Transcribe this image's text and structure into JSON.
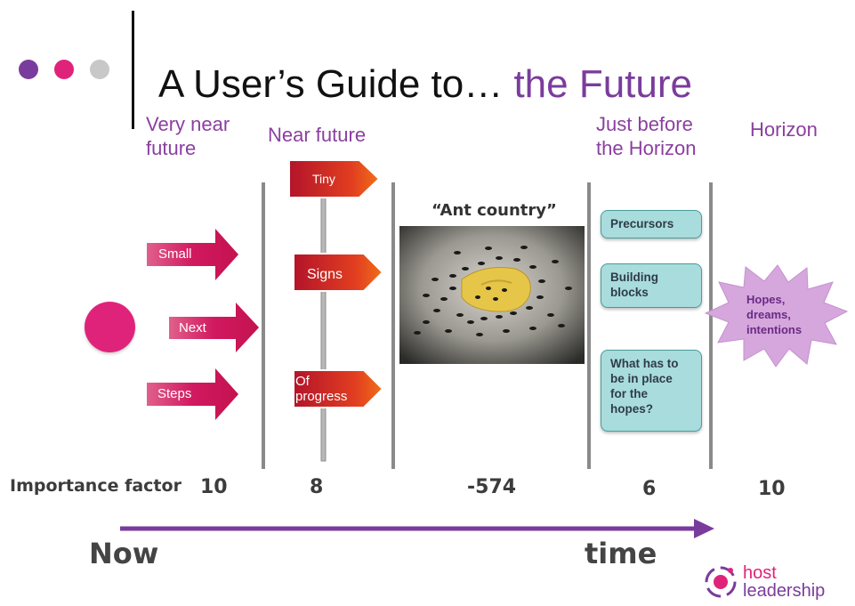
{
  "title": {
    "main": "A User’s Guide to… ",
    "accent": "the Future"
  },
  "columns": {
    "very_near": [
      "Very near",
      "future"
    ],
    "near": "Near future",
    "just_before": [
      "Just before",
      "the Horizon"
    ],
    "horizon": "Horizon"
  },
  "arrows": [
    "Small",
    "Next",
    "Steps"
  ],
  "signs": {
    "tiny": "Tiny",
    "signs": "Signs",
    "progress": [
      "Of",
      "progress"
    ]
  },
  "ant": {
    "caption": "“Ant country”"
  },
  "boxes": {
    "precursors": "Precursors",
    "building": [
      "Building",
      "blocks"
    ],
    "what": [
      "What has to",
      "be in place",
      "for the",
      "hopes?"
    ]
  },
  "hopes": [
    "Hopes,",
    "dreams,",
    "intentions"
  ],
  "importance": {
    "label": "Importance factor",
    "values": [
      "10",
      "8",
      "-574",
      "6",
      "10"
    ]
  },
  "timeline": {
    "start": "Now",
    "end": "time"
  },
  "logo": {
    "line1": "host",
    "line2": "leadership"
  },
  "colors": {
    "purple": "#7a3c9c",
    "magenta": "#e0237a",
    "teal": "#a9dcdc",
    "gray": "#8a8a8a"
  }
}
